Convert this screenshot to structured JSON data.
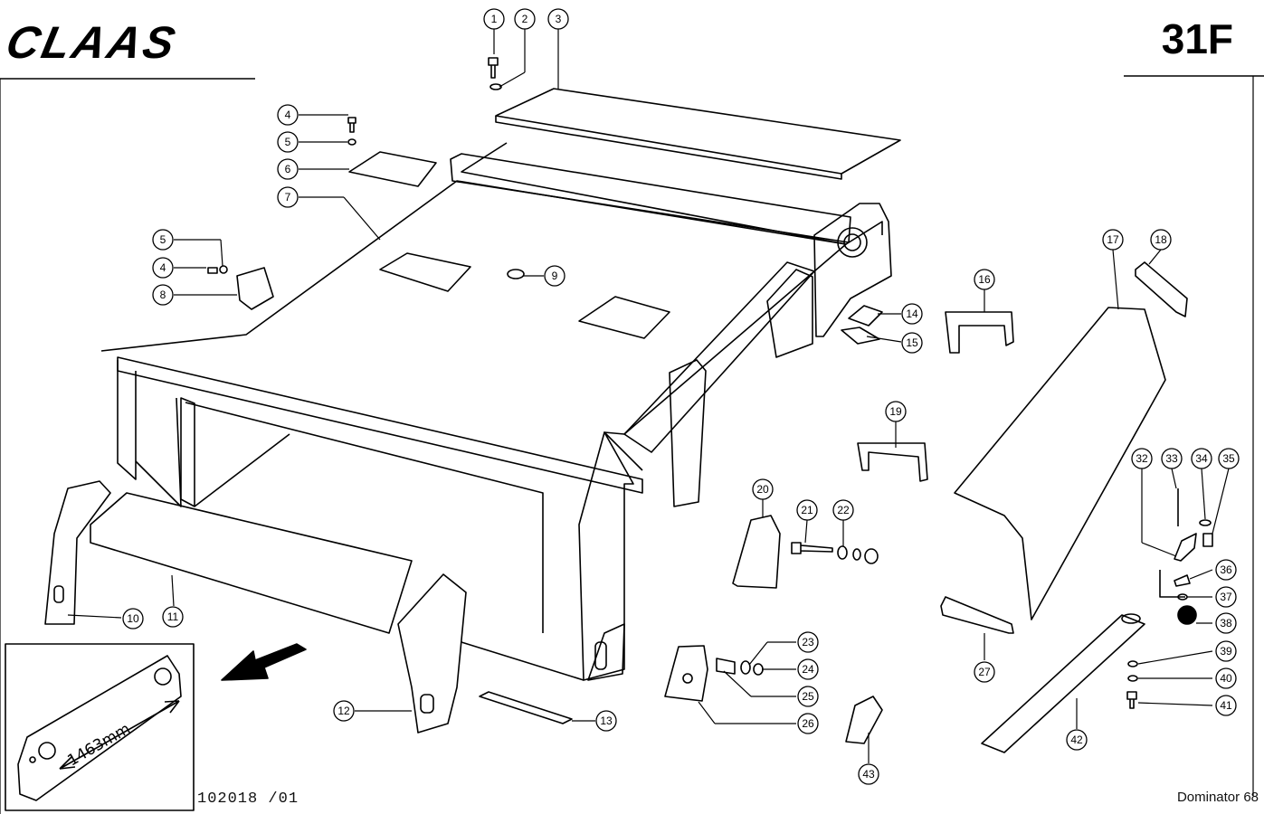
{
  "header": {
    "brand": "CLAAS",
    "page_code": "31F"
  },
  "footer": {
    "drawing_number": "102018 /01",
    "model": "Dominator 68"
  },
  "inset": {
    "dimension_label": "1463mm"
  },
  "callouts": [
    "1",
    "2",
    "3",
    "4",
    "5",
    "6",
    "7",
    "8",
    "9",
    "10",
    "11",
    "12",
    "13",
    "14",
    "15",
    "16",
    "17",
    "18",
    "19",
    "20",
    "21",
    "22",
    "23",
    "24",
    "25",
    "26",
    "27",
    "32",
    "33",
    "34",
    "35",
    "36",
    "37",
    "38",
    "39",
    "40",
    "41",
    "42",
    "43"
  ],
  "callouts_extra": {
    "c4b": "4",
    "c5b": "5"
  }
}
